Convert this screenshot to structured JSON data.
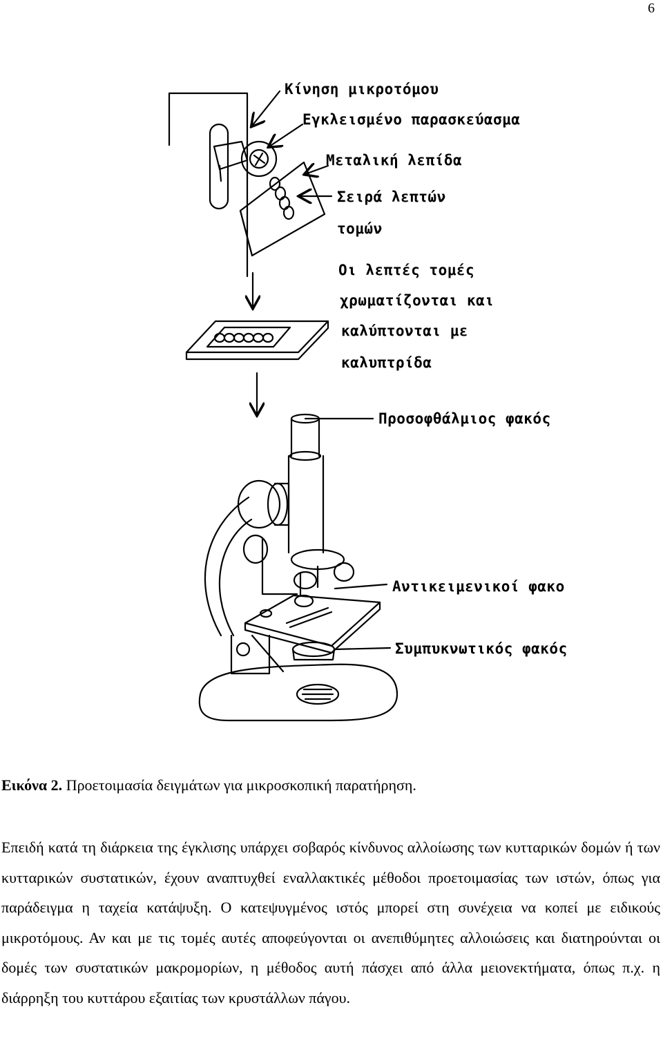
{
  "page": {
    "number": "6"
  },
  "figure": {
    "labels": {
      "microtome_movement": "Κίνηση μικροτόμου",
      "embedded_specimen": "Εγκλεισμένο παρασκεύασμα",
      "metal_blade": "Μεταλική λεπίδα",
      "thin_sections_1": "Σειρά λεπτών",
      "thin_sections_2": "τομών",
      "staining_1": "Οι λεπτές τομές",
      "staining_2": "χρωματίζονται και",
      "staining_3": "καλύπτονται με",
      "staining_4": "καλυπτρίδα",
      "eyepiece": "Προσοφθάλμιος φακός",
      "objectives": "Αντικειμενικοί φακοί",
      "condenser": "Συμπυκνωτικός φακός"
    }
  },
  "caption": {
    "label": "Εικόνα 2.",
    "text": "Προετοιμασία δειγμάτων για μικροσκοπική παρατήρηση."
  },
  "body": {
    "paragraph": "Επειδή κατά τη διάρκεια της έγκλισης υπάρχει σοβαρός κίνδυνος αλλοίωσης των κυτταρικών δομών ή των κυτταρικών συστατικών, έχουν αναπτυχθεί εναλλακτικές μέθοδοι προετοιμασίας των ιστών, όπως για παράδειγμα η ταχεία κατάψυξη. Ο κατεψυγμένος ιστός μπορεί στη συνέχεια να κοπεί με ειδικούς μικροτόμους. Αν και με τις τομές αυτές αποφεύγονται οι ανεπιθύμητες αλλοιώσεις και διατηρούνται οι δομές των συστατικών μακρομορίων, η μέθοδος αυτή πάσχει από άλλα μειονεκτήματα, όπως π.χ. η διάρρηξη του κυττάρου εξαιτίας των κρυστάλλων πάγου."
  }
}
